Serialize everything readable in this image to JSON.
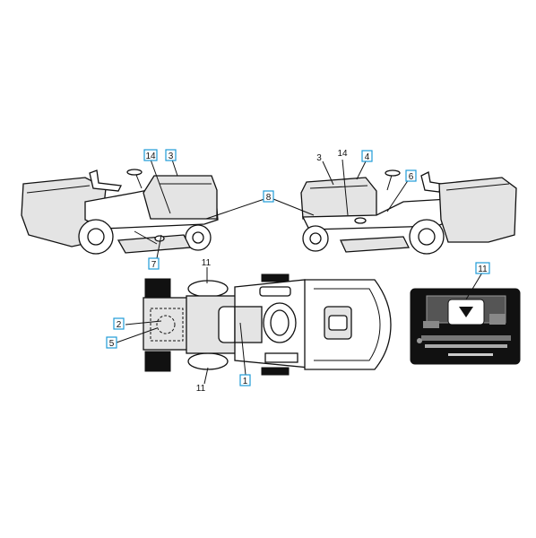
{
  "diagram": {
    "callouts": [
      {
        "id": "c14L",
        "text": "14",
        "boxed": true
      },
      {
        "id": "c3L",
        "text": "3",
        "boxed": true
      },
      {
        "id": "c8",
        "text": "8",
        "boxed": true
      },
      {
        "id": "c7",
        "text": "7",
        "boxed": true
      },
      {
        "id": "c3R",
        "text": "3",
        "boxed": false
      },
      {
        "id": "c14R",
        "text": "14",
        "boxed": false
      },
      {
        "id": "c4",
        "text": "4",
        "boxed": true
      },
      {
        "id": "c6",
        "text": "6",
        "boxed": true
      },
      {
        "id": "c11T",
        "text": "11",
        "boxed": false
      },
      {
        "id": "c2",
        "text": "2",
        "boxed": true
      },
      {
        "id": "c5",
        "text": "5",
        "boxed": true
      },
      {
        "id": "c1",
        "text": "1",
        "boxed": true
      },
      {
        "id": "c11B",
        "text": "11",
        "boxed": false
      },
      {
        "id": "c11P",
        "text": "11",
        "boxed": true
      }
    ],
    "colors": {
      "callout_border": "#1f9bd7",
      "line": "#111111",
      "fill_light": "#e4e4e4",
      "panel_dark": "#111111"
    }
  }
}
